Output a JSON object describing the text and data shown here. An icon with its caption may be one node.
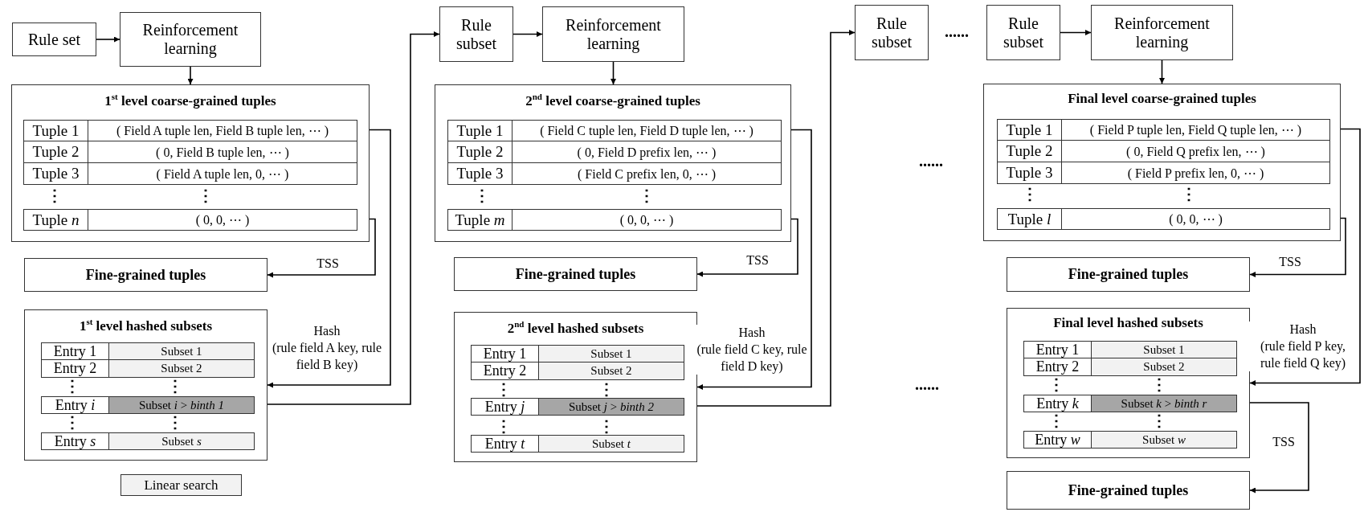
{
  "diagram": {
    "nodes": [
      {
        "text": [
          "Rule set"
        ]
      },
      {
        "text": [
          "Reinforcement learning"
        ]
      },
      {
        "text": [
          "1$^{st}$ level coarse-grained tuples"
        ]
      },
      {
        "text": [
          "Tuple 1",
          "( Field A tuple len, Field B tuple len, ⋯ )"
        ],
        "in": 2
      },
      {
        "text": [
          "Tuple 2",
          "( 0, Field B tuple len, ⋯ )"
        ],
        "in": 2
      },
      {
        "text": [
          "Tuple 3",
          "( Field A tuple len, 0, ⋯ )"
        ],
        "in": 2
      },
      {
        "text": [
          "Tuple *n*",
          "( 0, 0, ⋯ )"
        ],
        "in": 2
      },
      {
        "text": [
          "Fine-grained tuples"
        ]
      },
      {
        "text": [
          "1$^{st}$ level hashed subsets"
        ]
      },
      {
        "text": [
          "Entry 1",
          "Subset 1"
        ],
        "in": 8
      },
      {
        "text": [
          "Entry 2",
          "Subset 2"
        ],
        "in": 8
      },
      {
        "text": [
          "Entry *i*",
          "Subset *i* > *binth 1*"
        ],
        "in": 8
      },
      {
        "text": [
          "Entry *s*",
          "Subset *s*"
        ],
        "in": 8
      },
      {
        "text": [
          "Linear search"
        ]
      },
      {
        "text": [
          "Rule subset"
        ]
      },
      {
        "text": [
          "Reinforcement learning"
        ]
      },
      {
        "text": [
          "2$^{nd}$ level coarse-grained tuples"
        ]
      },
      {
        "text": [
          "Tuple 1",
          "( Field C tuple len, Field D tuple len, ⋯ )"
        ],
        "in": 16
      },
      {
        "text": [
          "Tuple 2",
          "( 0, Field D prefix len, ⋯ )"
        ],
        "in": 16
      },
      {
        "text": [
          "Tuple 3",
          "( Field C prefix len, 0, ⋯ )"
        ],
        "in": 16
      },
      {
        "text": [
          "Tuple *m*",
          "( 0, 0, ⋯ )"
        ],
        "in": 16
      },
      {
        "text": [
          "Fine-grained tuples"
        ]
      },
      {
        "text": [
          "2$^{nd}$ level hashed subsets"
        ]
      },
      {
        "text": [
          "Entry 1",
          "Subset 1"
        ],
        "in": 22
      },
      {
        "text": [
          "Entry 2",
          "Subset 2"
        ],
        "in": 22
      },
      {
        "text": [
          "Entry *j*",
          "Subset *j* > *binth 2*"
        ],
        "in": 22
      },
      {
        "text": [
          "Entry *t*",
          "Subset *t*"
        ],
        "in": 22
      },
      {
        "text": [
          "Rule subset"
        ]
      },
      {
        "text": [
          "Rule subset"
        ]
      },
      {
        "text": [
          "Reinforcement learning"
        ]
      },
      {
        "text": [
          "Final level coarse-grained tuples"
        ]
      },
      {
        "text": [
          "Tuple 1",
          "( Field P tuple len, Field Q tuple len, ⋯ )"
        ],
        "in": 30
      },
      {
        "text": [
          "Tuple 2",
          "( 0, Field Q prefix len, ⋯ )"
        ],
        "in": 30
      },
      {
        "text": [
          "Tuple 3",
          "( Field P prefix len, 0, ⋯ )"
        ],
        "in": 30
      },
      {
        "text": [
          "Tuple *l*",
          "( 0, 0, ⋯ )"
        ],
        "in": 30
      },
      {
        "text": [
          "Fine-grained tuples"
        ]
      },
      {
        "text": [
          "Final level hashed subsets"
        ]
      },
      {
        "text": [
          "Entry 1",
          "Subset 1"
        ],
        "in": 36
      },
      {
        "text": [
          "Entry 2",
          "Subset 2"
        ],
        "in": 36
      },
      {
        "text": [
          "Entry *k*",
          "Subset *k* > *binth r*"
        ],
        "in": 36
      },
      {
        "text": [
          "Entry *w*",
          "Subset *w*"
        ],
        "in": 36
      },
      {
        "text": [
          "Fine-grained tuples"
        ]
      }
    ],
    "edges": [
      {
        "from": 0,
        "to": 1,
        "arrow": "to"
      },
      {
        "from": 1,
        "to": 2,
        "arrow": "to"
      },
      {
        "from": 3,
        "to": 8,
        "arrow": "to",
        "label": "Hash (rule field A key, rule field B key)"
      },
      {
        "from": 6,
        "to": 7,
        "arrow": "to",
        "label": "TSS"
      },
      {
        "from": 11,
        "to": 14,
        "arrow": "to"
      },
      {
        "from": 14,
        "to": 15,
        "arrow": "to"
      },
      {
        "from": 15,
        "to": 16,
        "arrow": "to"
      },
      {
        "from": 17,
        "to": 22,
        "arrow": "to",
        "label": "Hash (rule field C key, rule field D key)"
      },
      {
        "from": 20,
        "to": 21,
        "arrow": "to",
        "label": "TSS"
      },
      {
        "from": 25,
        "to": 27,
        "arrow": "to"
      },
      {
        "from": 28,
        "to": 29,
        "arrow": "to"
      },
      {
        "from": 29,
        "to": 30,
        "arrow": "to"
      },
      {
        "from": 31,
        "to": 36,
        "arrow": "to",
        "label": "Hash (rule field P key, rule field Q key)"
      },
      {
        "from": 34,
        "to": 35,
        "arrow": "to",
        "label": "TSS"
      },
      {
        "from": 39,
        "to": 41,
        "arrow": "to",
        "label": "TSS"
      }
    ],
    "labels": [
      "⋮",
      "⋮",
      "⋮",
      "⋮",
      "⋮",
      "⋮",
      "⋮",
      "⋮",
      "⋮",
      "⋮",
      "⋮",
      "⋮",
      "......",
      "......",
      "⋮",
      "⋮",
      "......",
      "⋮",
      "⋮",
      "⋮",
      "⋮"
    ]
  }
}
